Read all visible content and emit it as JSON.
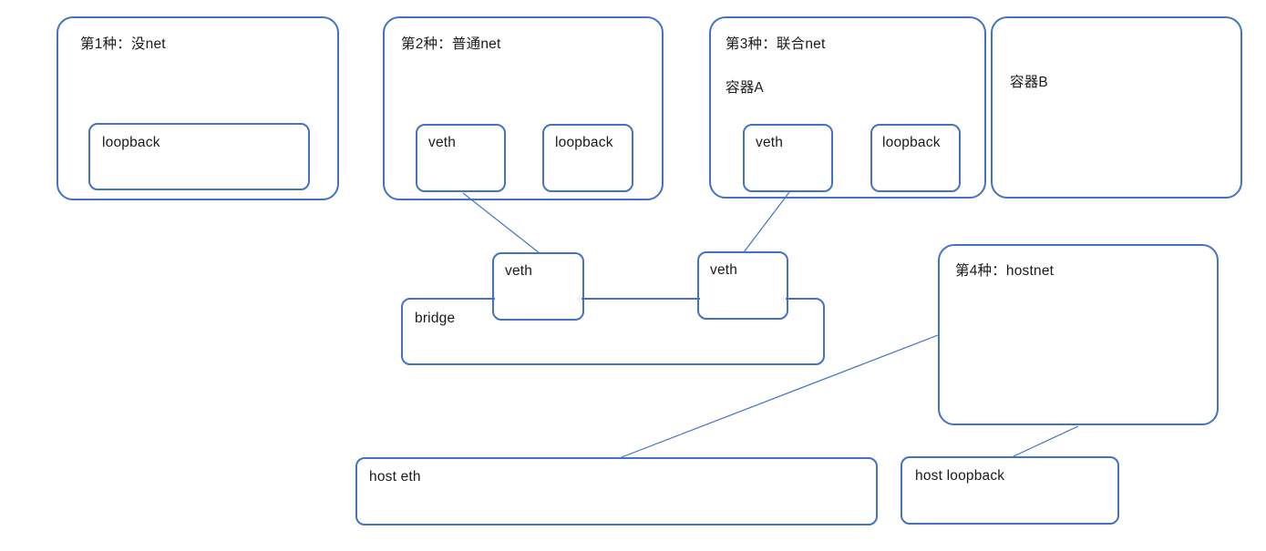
{
  "diagram": {
    "title_note": "Container network namespace modes",
    "accent_color": "#4472C4",
    "text_color": "#1a1a1a",
    "background_color": "#ffffff"
  },
  "mode1": {
    "title": "第1种：没net",
    "loopback": "loopback"
  },
  "mode2": {
    "title": "第2种：普通net",
    "veth": "veth",
    "loopback": "loopback"
  },
  "mode3": {
    "title": "第3种：联合net",
    "container_a": "容器A",
    "veth": "veth",
    "loopback": "loopback",
    "container_b": "容器B"
  },
  "mode4": {
    "title": "第4种：hostnet"
  },
  "bridge_area": {
    "veth_left": "veth",
    "veth_right": "veth",
    "bridge": "bridge"
  },
  "host": {
    "eth": "host eth",
    "loopback": "host loopback"
  }
}
